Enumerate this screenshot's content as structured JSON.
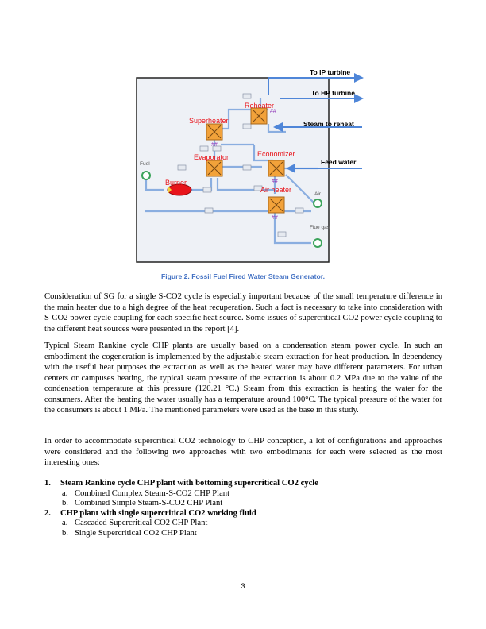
{
  "figure": {
    "labels": {
      "to_ip_turbine": "To IP turbine",
      "to_hp_turbine": "To HP turbine",
      "steam_to_reheat": "Steam to reheat",
      "feed_water": "Feed water",
      "reheater": "Reheater",
      "superheater": "Superheater",
      "evaporator": "Evaporator",
      "economizer": "Economizer",
      "burner": "Burner",
      "air_heater": "Air heater",
      "fuel": "Fuel",
      "air": "Air",
      "flue_gas": "Flue gas"
    },
    "caption": "Figure 2. Fossil Fuel Fired Water Steam Generator."
  },
  "paragraphs": [
    "Consideration of SG for a single S-CO2 cycle is especially important because of the small temperature difference in the main heater due to a high degree of the heat recuperation. Such a fact is necessary to take into consideration with S-CO2 power cycle coupling for each specific heat source. Some issues of supercritical CO2 power cycle coupling to the different heat sources were presented in the report [4].",
    "Typical Steam Rankine cycle CHP plants are usually based on a condensation steam power cycle. In such an embodiment the cogeneration is implemented by the adjustable steam extraction for heat production. In dependency with the useful heat purposes the extraction as well as the heated water may have different parameters. For urban centers or campuses heating, the typical steam pressure of the extraction is about 0.2 MPa due to the value of the condensation temperature at this pressure (120.21 °C.) Steam from this extraction is heating the water for the consumers. After the heating the water usually has a temperature around 100°C. The typical pressure of the water for the consumers is about 1 MPa. The mentioned parameters were used as the base in this study.",
    "In order to accommodate supercritical CO2 technology to CHP conception, a lot of configurations and approaches were considered and the following two approaches with two embodiments for each were selected as the most interesting ones:"
  ],
  "list": [
    {
      "num": "1.",
      "title": "Steam Rankine cycle CHP plant with bottoming supercritical CO2 cycle",
      "items": [
        {
          "num": "a.",
          "text": "Combined Complex Steam-S-CO2 CHP Plant"
        },
        {
          "num": "b.",
          "text": "Combined Simple Steam-S-CO2 CHP Plant"
        }
      ]
    },
    {
      "num": "2.",
      "title": "CHP plant with single supercritical CO2 working fluid",
      "items": [
        {
          "num": "a.",
          "text": "Cascaded Supercritical CO2 CHP Plant"
        },
        {
          "num": "b.",
          "text": "Single Supercritical CO2 CHP Plant"
        }
      ]
    }
  ],
  "page_number": "3",
  "colors": {
    "pipe": "#8aaee0",
    "flow_arrow": "#4f86d8",
    "label_red": "#e8141b",
    "caption_blue": "#4472c4",
    "component_orange": "#f2a23a",
    "node_green": "#3aa35a"
  }
}
